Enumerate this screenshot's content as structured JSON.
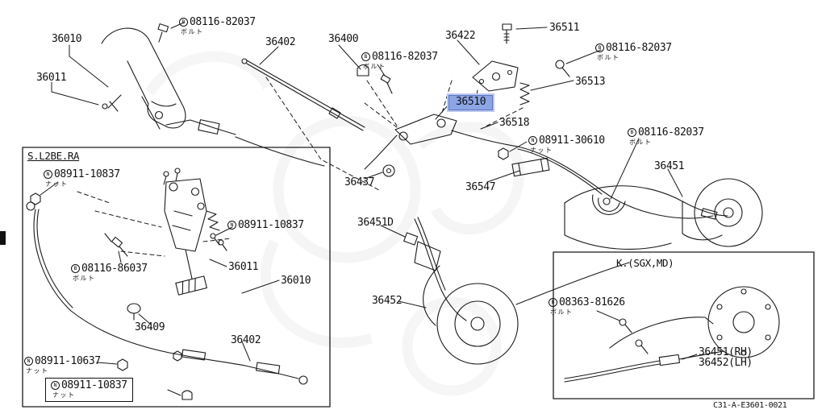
{
  "page": {
    "bg": "#ffffff",
    "line_color": "#1a1a1a",
    "highlight_bg": "#8ca5e5",
    "highlight_border": "#5b76c4",
    "highlight_halo": "#bcc8ef",
    "diagram_code": "C31-A-E3601-0021"
  },
  "insets": {
    "left": {
      "title": "S.L2BE.RA"
    },
    "right": {
      "title": "K.(SGX,MD)"
    }
  },
  "labels": [
    {
      "text": "08116-82037",
      "sub": "ボルト",
      "prefix": "B"
    },
    {
      "text": "36010"
    },
    {
      "text": "36011"
    },
    {
      "text": "36402"
    },
    {
      "text": "36400"
    },
    {
      "text": "08116-82037",
      "sub": "ボルト",
      "prefix": "B"
    },
    {
      "text": "36422"
    },
    {
      "text": "36511"
    },
    {
      "text": "08116-82037",
      "sub": "ボルト",
      "prefix": "B"
    },
    {
      "text": "36513"
    },
    {
      "text": "36510"
    },
    {
      "text": "36518"
    },
    {
      "text": "08911-30610",
      "sub": "ナット",
      "prefix": "N"
    },
    {
      "text": "08116-82037",
      "sub": "ボルト",
      "prefix": "B"
    },
    {
      "text": "36451"
    },
    {
      "text": "36437"
    },
    {
      "text": "36547"
    },
    {
      "text": "36451D"
    },
    {
      "text": "36452"
    },
    {
      "text": "08911-10837",
      "sub": "ナット",
      "prefix": "N"
    },
    {
      "text": "08911-10837",
      "prefix": "N"
    },
    {
      "text": "08116-86037",
      "sub": "ボルト",
      "prefix": "B"
    },
    {
      "text": "36011"
    },
    {
      "text": "36010"
    },
    {
      "text": "36409"
    },
    {
      "text": "36402"
    },
    {
      "text": "08911-10637",
      "sub": "ナット",
      "prefix": "N"
    },
    {
      "text": "08911-10837",
      "sub": "ナット",
      "prefix": "N"
    },
    {
      "text": "08363-81626",
      "sub": "ボルト",
      "prefix": "B"
    },
    {
      "text": "36451(RH)"
    },
    {
      "text": "36452(LH)"
    }
  ]
}
